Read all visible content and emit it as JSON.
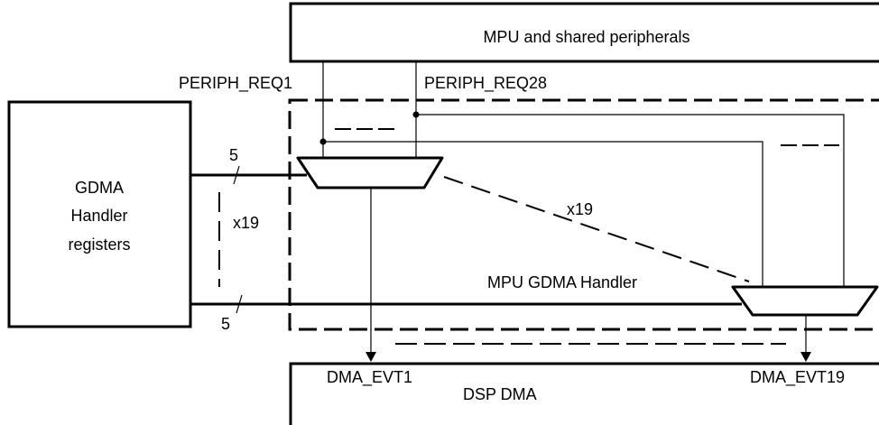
{
  "diagram": {
    "blocks": {
      "mpu_peripherals": "MPU and shared peripherals",
      "gdma_registers": [
        "GDMA",
        "Handler",
        "registers"
      ],
      "dsp_dma": "DSP DMA"
    },
    "region_label": "MPU GDMA Handler",
    "signals": {
      "periph_req_first": "PERIPH_REQ1",
      "periph_req_last": "PERIPH_REQ28",
      "dma_evt_first": "DMA_EVT1",
      "dma_evt_last": "DMA_EVT19"
    },
    "bus_width_top": "5",
    "bus_width_bottom": "5",
    "replication_vertical": "x19",
    "replication_diagonal": "x19"
  }
}
